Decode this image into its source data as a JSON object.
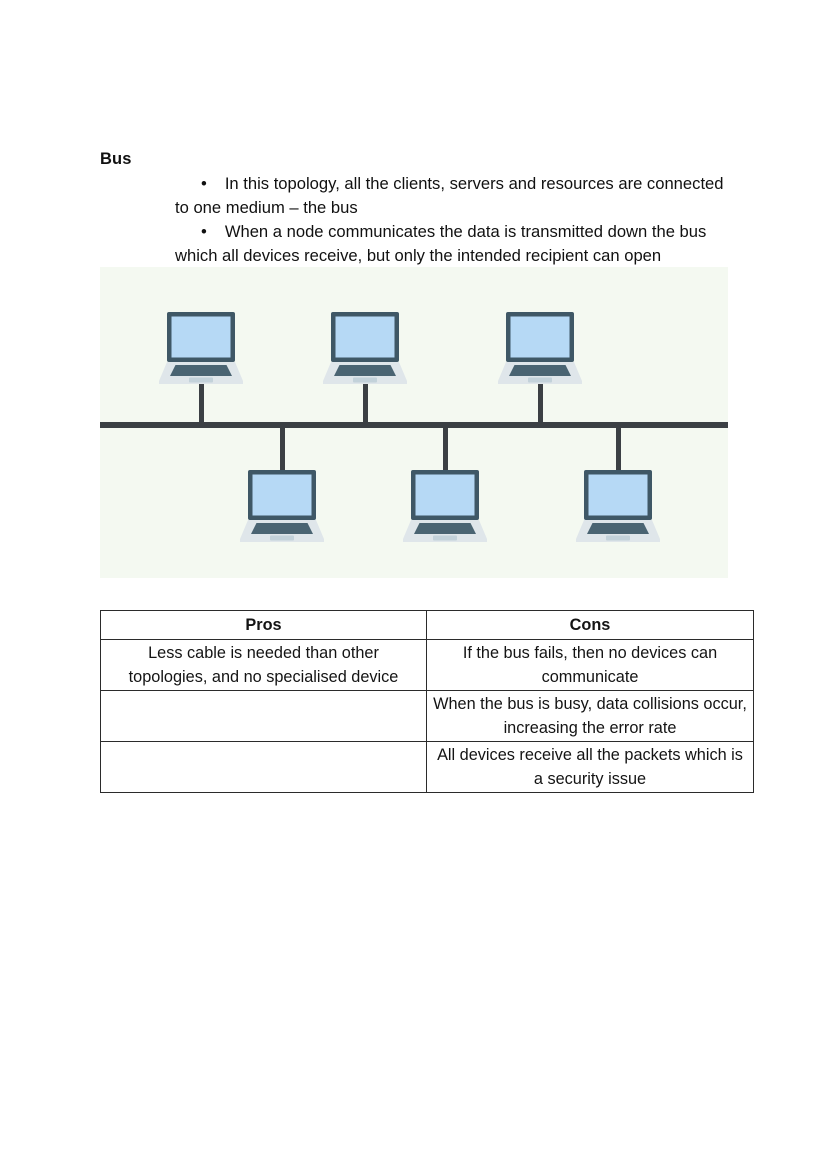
{
  "document": {
    "section": {
      "heading": "Bus",
      "bullets": [
        "In this topology, all the clients, servers and resources are connected to one medium – the bus",
        "When a node communicates the data is transmitted down the bus which all devices receive, but only the intended recipient can open"
      ],
      "bullet_glyph": "•"
    },
    "figure": {
      "alt_label": "bus-topology-diagram",
      "background_color": "#f4f9f1",
      "bus_line_color": "#3b4044",
      "cable_color": "#3b4044",
      "laptop": {
        "bezel_color": "#3f5866",
        "screen_color": "#b6d9f5",
        "base_color": "#dfe6ea",
        "keyboard_color": "#4a6472",
        "trackpad_color": "#c3d2da"
      },
      "nodes_top": [
        "laptop-1",
        "laptop-2",
        "laptop-3"
      ],
      "nodes_bottom": [
        "laptop-4",
        "laptop-5",
        "laptop-6"
      ]
    },
    "table": {
      "headers": [
        "Pros",
        "Cons"
      ],
      "rows": [
        {
          "pros": "Less cable is needed than other topologies, and no specialised device",
          "cons": "If the bus fails, then no devices can communicate"
        },
        {
          "pros": "",
          "cons": "When the bus is busy, data collisions occur, increasing the error rate"
        },
        {
          "pros": "",
          "cons": "All devices receive all the packets which is a security issue"
        }
      ]
    }
  }
}
